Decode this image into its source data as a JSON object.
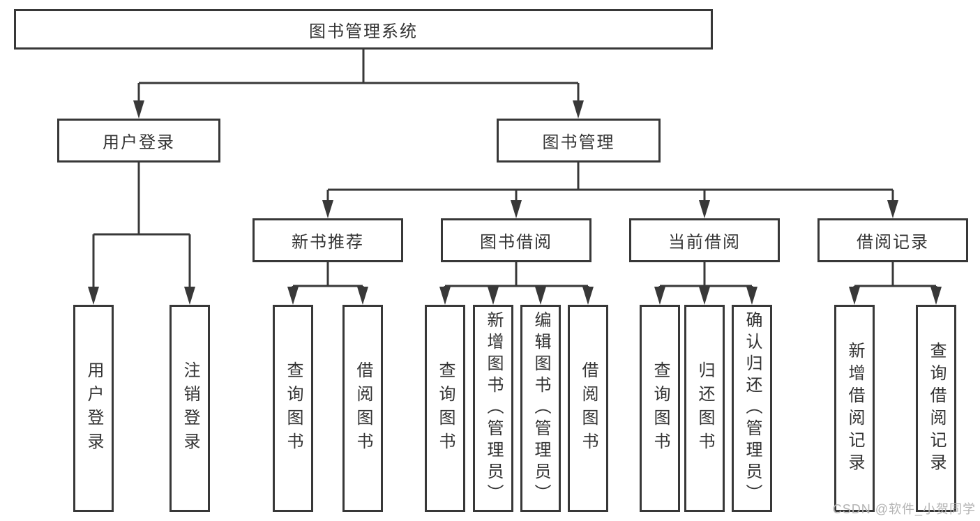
{
  "colors": {
    "line": "#383838",
    "text": "#333333",
    "background": "#ffffff",
    "watermark": "#b3b3b3"
  },
  "nodes": {
    "root": "图书管理系统",
    "user_login": "用户登录",
    "book_manage": "图书管理",
    "new_book_recommend": "新书推荐",
    "book_borrow": "图书借阅",
    "current_borrow": "当前借阅",
    "borrow_records": "借阅记录",
    "leaf_user_login": "用户登录",
    "leaf_logout": "注销登录",
    "leaf_recommend_query": "查询图书",
    "leaf_recommend_borrow": "借阅图书",
    "leaf_borrow_query": "查询图书",
    "leaf_borrow_add": "新增图书（管理员）",
    "leaf_borrow_edit": "编辑图书（管理员）",
    "leaf_borrow_borrow": "借阅图书",
    "leaf_current_query": "查询图书",
    "leaf_current_return": "归还图书",
    "leaf_current_confirm": "确认归还（管理员）",
    "leaf_records_add": "新增借阅记录",
    "leaf_records_query": "查询借阅记录"
  },
  "watermark": {
    "text": "CSDN @软件_小贺同学"
  }
}
